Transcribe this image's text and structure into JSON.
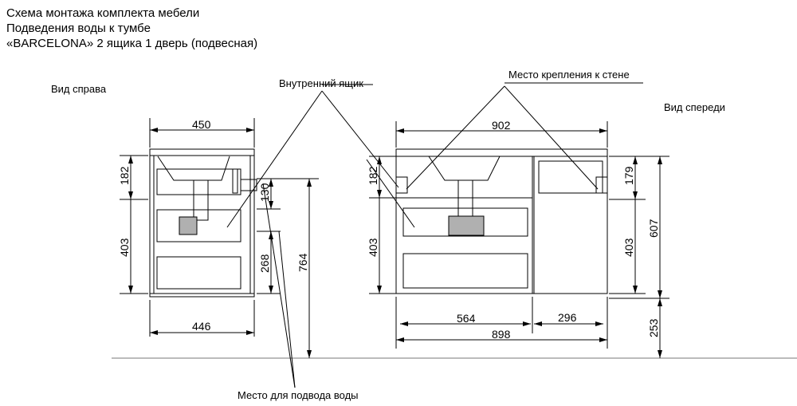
{
  "title": {
    "line1": "Схема монтажа комплекта мебели",
    "line2": "Подведения воды к тумбе",
    "line3": "«BARCELONA» 2 ящика 1 дверь (подвесная)"
  },
  "labels": {
    "side_view": "Вид справа",
    "front_view": "Вид спереди",
    "inner_drawer": "Внутренний ящик",
    "wall_mount": "Место крепления к стене",
    "water_supply": "Место для подвода воды"
  },
  "side_dims": {
    "top_width": "450",
    "bottom_width": "446",
    "top_height": "182",
    "lower_height": "403",
    "pipe_130": "130",
    "pipe_268": "268",
    "total_764": "764"
  },
  "front_dims": {
    "top_width": "902",
    "left_section": "564",
    "right_section": "296",
    "bottom_width": "898",
    "left_top": "182",
    "left_lower": "403",
    "right_top": "179",
    "right_lower": "403",
    "total_607": "607",
    "floor_253": "253"
  },
  "colors": {
    "line": "#000000",
    "fill_gray": "#b0b0b0"
  }
}
